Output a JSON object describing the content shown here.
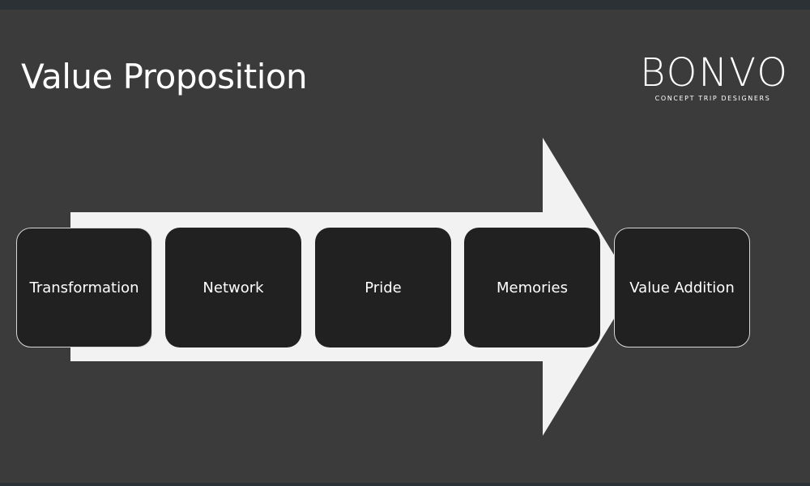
{
  "slide": {
    "title": "Value Proposition",
    "logo": {
      "word": "BONVO",
      "tagline": "CONCEPT TRIP DESIGNERS"
    },
    "steps": [
      {
        "label": "Transformation"
      },
      {
        "label": "Network"
      },
      {
        "label": "Pride"
      },
      {
        "label": "Memories"
      },
      {
        "label": "Value Addition"
      }
    ]
  },
  "colors": {
    "background": "#3b3b3b",
    "box": "#212121",
    "arrow": "#f2f2f2",
    "text": "#ffffff"
  }
}
